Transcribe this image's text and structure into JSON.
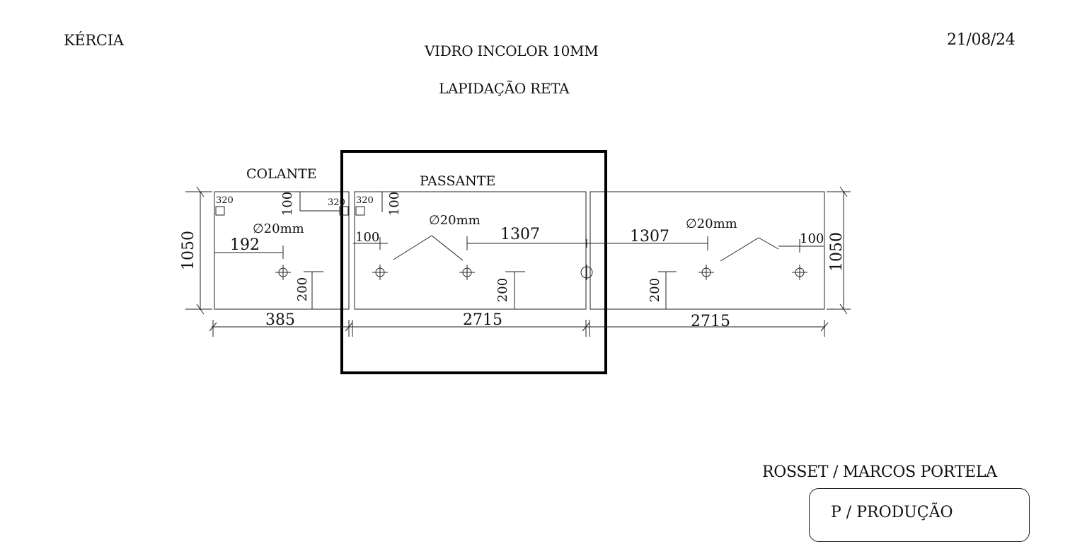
{
  "header": {
    "client": "KÉRCIA",
    "material": "VIDRO INCOLOR 10MM",
    "finish": "LAPIDAÇÃO RETA",
    "date": "21/08/24"
  },
  "footer": {
    "author": "ROSSET / MARCOS PORTELA",
    "status": "P / PRODUÇÃO"
  },
  "drawing": {
    "labels": {
      "colante": "COLANTE",
      "passante": "PASSANTE"
    },
    "dims": {
      "height_left": "1050",
      "height_right": "1050",
      "width_colante": "385",
      "width_passante": "2715",
      "width_right": "2715",
      "h_192": "192",
      "h_1307_a": "1307",
      "h_1307_b": "1307",
      "h_100_a": "100",
      "h_100_b": "100",
      "v_200_a": "200",
      "v_200_b": "200",
      "v_200_c": "200",
      "v_100_a": "100",
      "v_100_b": "100",
      "s_320_a": "320",
      "s_320_b": "320",
      "s_320_c": "320",
      "hole_a": "∅20mm",
      "hole_b": "∅20mm",
      "hole_c": "∅20mm"
    }
  }
}
